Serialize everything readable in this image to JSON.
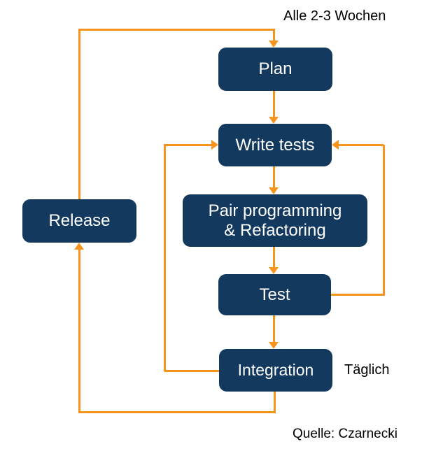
{
  "diagram": {
    "annotations": {
      "cycle_label": "Alle 2-3 Wochen",
      "daily_label": "Täglich",
      "source_label": "Quelle: Czarnecki"
    },
    "nodes": {
      "plan": "Plan",
      "write_tests": "Write tests",
      "pair_programming": "Pair programming\n& Refactoring",
      "test": "Test",
      "integration": "Integration",
      "release": "Release"
    },
    "colors": {
      "node_fill": "#14395E",
      "node_text": "#FFFFFF",
      "connector": "#F7941E",
      "label_text": "#000000",
      "background": "#FFFFFF"
    }
  }
}
